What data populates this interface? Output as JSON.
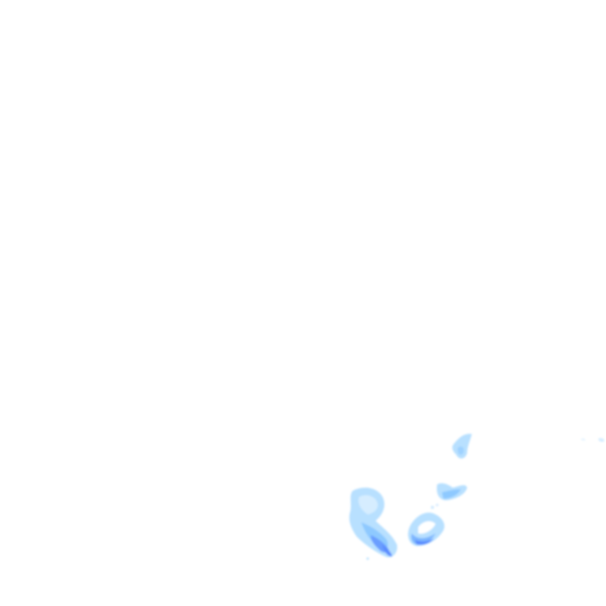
{
  "layer": {
    "kind": "precipitation radar overlay",
    "background": "#ffffff",
    "intensity_palette": {
      "light": "#bfe3ff",
      "moderate": "#8ec9ff",
      "heavy": "#5a8cff"
    }
  },
  "echoes": [
    {
      "label": "",
      "intensity": "heavy"
    },
    {
      "label": "",
      "intensity": "heavy"
    },
    {
      "label": "",
      "intensity": "moderate"
    },
    {
      "label": "",
      "intensity": "light"
    },
    {
      "label": "",
      "intensity": "light"
    }
  ]
}
